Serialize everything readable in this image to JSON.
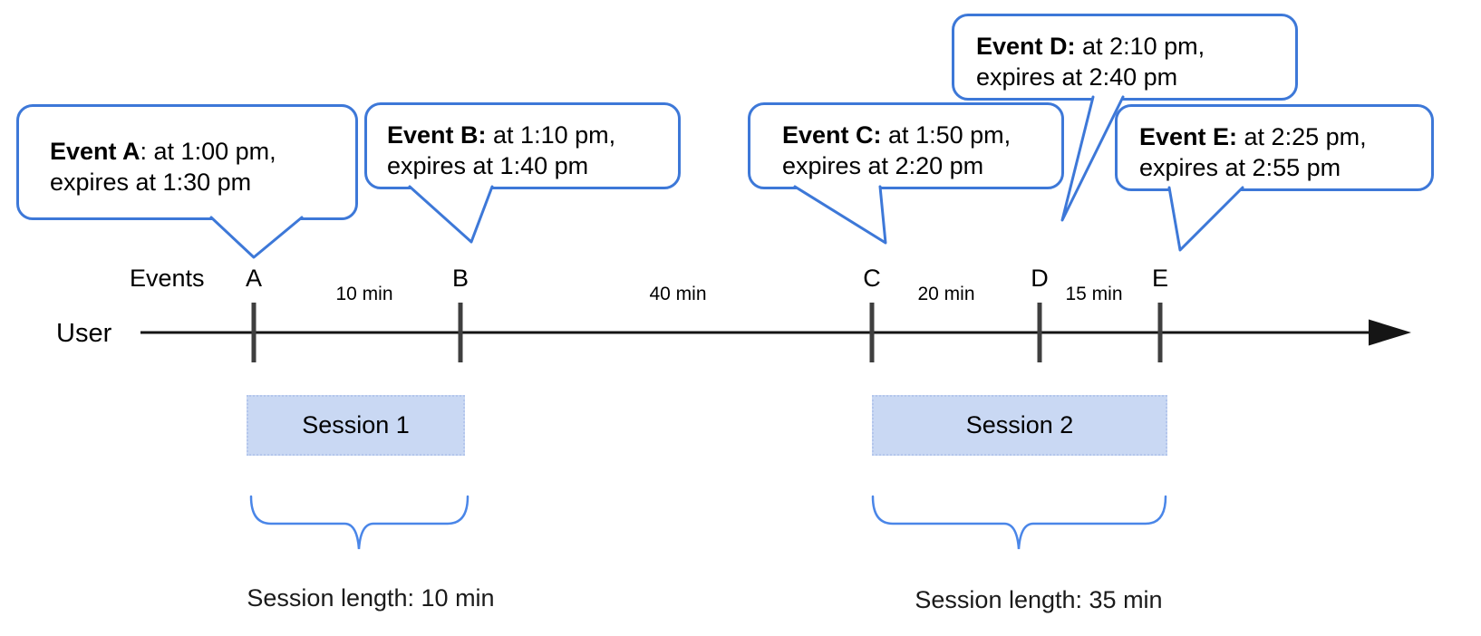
{
  "labels": {
    "events_axis": "Events",
    "user_axis": "User"
  },
  "events": [
    {
      "letter": "A",
      "time": "1:00 pm",
      "expires": "1:30 pm"
    },
    {
      "letter": "B",
      "time": "1:10 pm",
      "expires": "1:40 pm"
    },
    {
      "letter": "C",
      "time": "1:50 pm",
      "expires": "2:20 pm"
    },
    {
      "letter": "D",
      "time": "2:10 pm",
      "expires": "2:40 pm"
    },
    {
      "letter": "E",
      "time": "2:25 pm",
      "expires": "2:55 pm"
    }
  ],
  "gaps": [
    {
      "label": "10 min"
    },
    {
      "label": "40 min"
    },
    {
      "label": "20 min"
    },
    {
      "label": "15 min"
    }
  ],
  "callouts": [
    {
      "bold": "Event A",
      "rest": ": at 1:00 pm,",
      "line2": "expires at 1:30 pm"
    },
    {
      "bold": "Event B:",
      "rest": " at 1:10 pm,",
      "line2": "expires at 1:40 pm"
    },
    {
      "bold": "Event C:",
      "rest": " at 1:50 pm,",
      "line2": "expires at 2:20 pm"
    },
    {
      "bold": "Event D:",
      "rest": " at 2:10 pm,",
      "line2": "expires at 2:40 pm"
    },
    {
      "bold": "Event E:",
      "rest": " at 2:25 pm,",
      "line2": "expires at 2:55 pm"
    }
  ],
  "sessions": [
    {
      "label": "Session 1",
      "length": "Session length: 10 min"
    },
    {
      "label": "Session 2",
      "length": "Session length: 35 min"
    }
  ],
  "colors": {
    "callout_border": "#3d78d8",
    "brace": "#4a86e8",
    "session_fill": "#c9d8f3",
    "tick": "#3f3f3f",
    "axis": "#151515",
    "text": "#000000"
  }
}
